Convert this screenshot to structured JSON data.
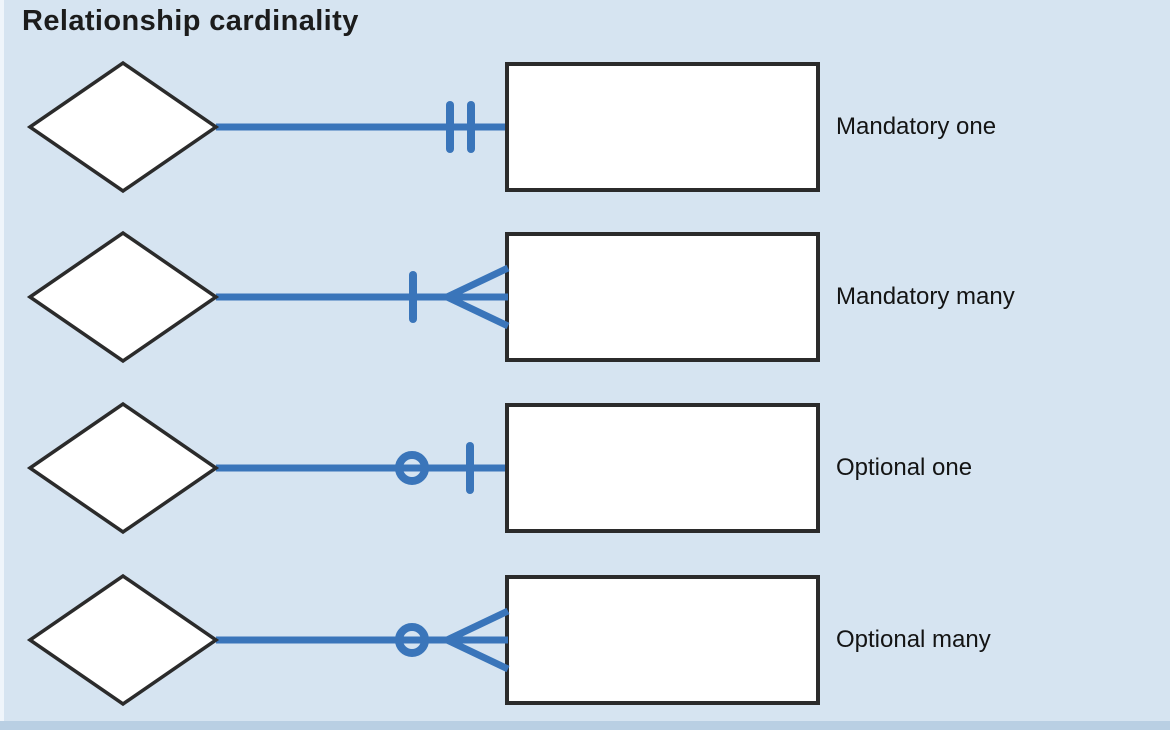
{
  "page": {
    "background_color": "#d6e4f1",
    "bottom_strip_color": "#b9cfe3"
  },
  "diagram": {
    "title": "Relationship cardinality",
    "colors": {
      "connector": "#3a75ba",
      "shape_border": "#2b2b2b",
      "shape_fill": "#ffffff",
      "label_text": "#141414"
    },
    "rows": [
      {
        "label": "Mandatory one",
        "notation": "mandatory-one",
        "symbols": [
          "bar",
          "bar"
        ]
      },
      {
        "label": "Mandatory many",
        "notation": "mandatory-many",
        "symbols": [
          "bar",
          "crow-foot"
        ]
      },
      {
        "label": "Optional one",
        "notation": "optional-one",
        "symbols": [
          "circle",
          "bar"
        ]
      },
      {
        "label": "Optional many",
        "notation": "optional-many",
        "symbols": [
          "circle",
          "crow-foot"
        ]
      }
    ]
  }
}
